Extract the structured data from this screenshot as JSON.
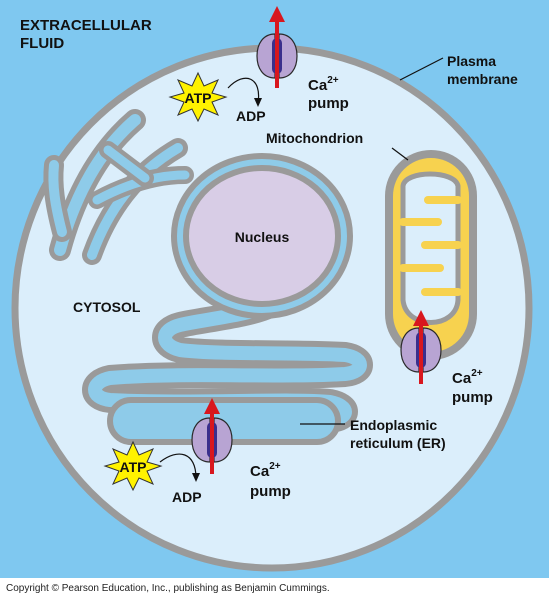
{
  "labels": {
    "extracellular_line1": "EXTRACELLULAR",
    "extracellular_line2": "FLUID",
    "plasma_line1": "Plasma",
    "plasma_line2": "membrane",
    "mitochondrion": "Mitochondrion",
    "nucleus": "Nucleus",
    "cytosol": "CYTOSOL",
    "er_line1": "Endoplasmic",
    "er_line2": "reticulum (ER)"
  },
  "pumps": [
    {
      "ion": "Ca",
      "charge": "2+",
      "name": "pump"
    },
    {
      "ion": "Ca",
      "charge": "2+",
      "name": "pump"
    },
    {
      "ion": "Ca",
      "charge": "2+",
      "name": "pump"
    }
  ],
  "atp_label": "ATP",
  "adp_label": "ADP",
  "copyright": "Copyright © Pearson Education, Inc., publishing as Benjamin Cummings.",
  "colors": {
    "extracellular": "#7fc8f0",
    "cytosol": "#dbeefb",
    "membrane": "#9a9a9a",
    "er_lumen": "#8ecbe9",
    "nucleus": "#d8cde6",
    "mito_fill": "#f7d24f",
    "pump_body": "#b8a4d3",
    "pump_core": "#3a2f8c",
    "arrow": "#d8171e",
    "atp_burst": "#fff200"
  }
}
